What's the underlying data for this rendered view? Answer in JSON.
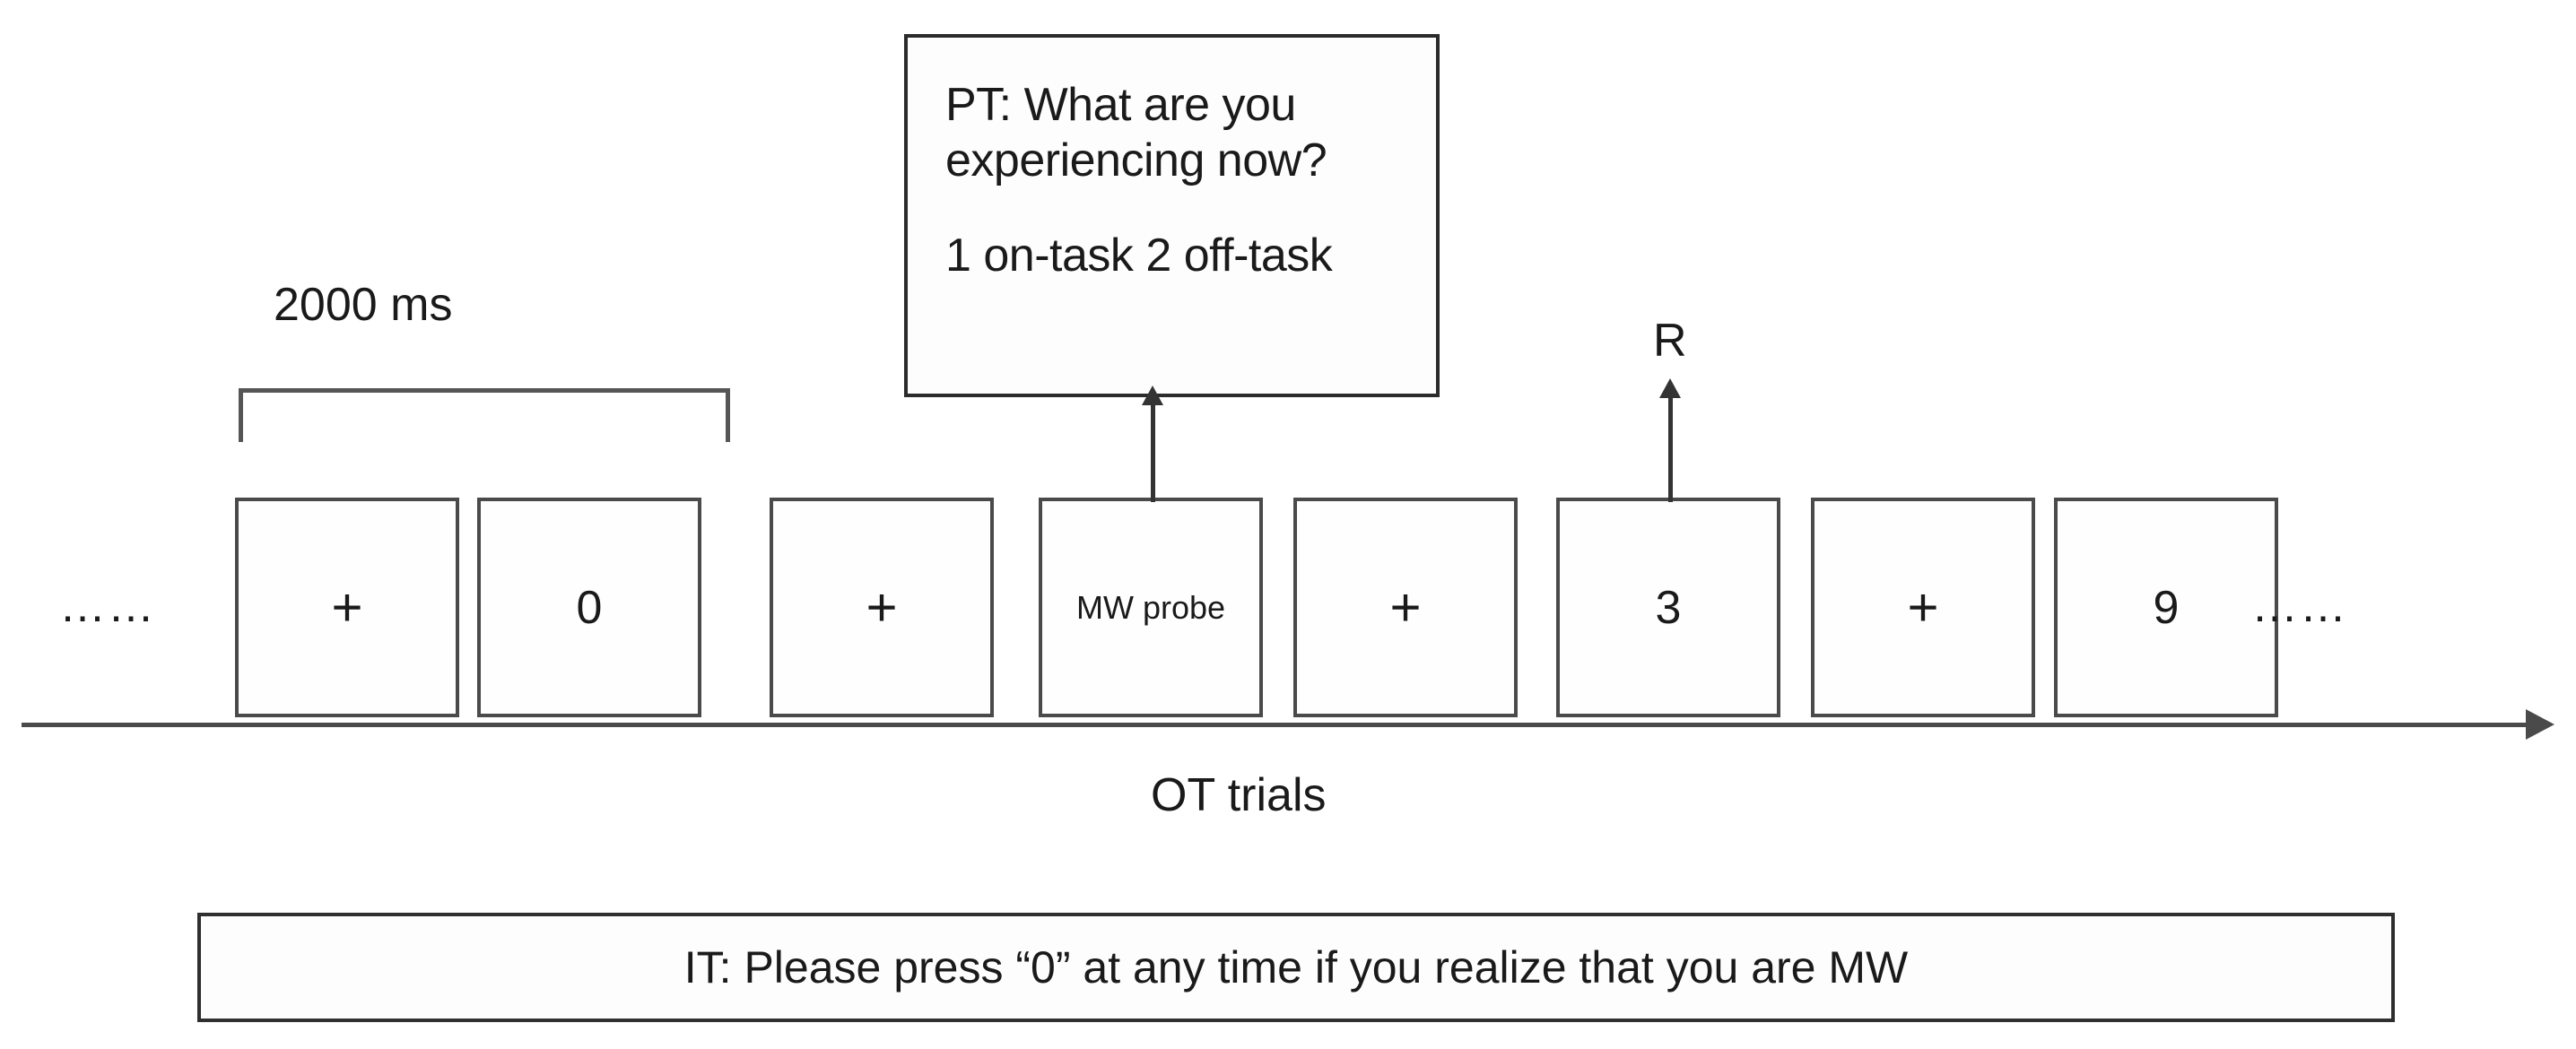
{
  "figure": {
    "type": "experimental-paradigm-diagram",
    "background_color": "#ffffff",
    "line_color": "#4a4a4a",
    "text_color": "#1a1a1a"
  },
  "probe_box": {
    "line1": "PT: What are you",
    "line2": "experiencing now?",
    "line3": "1 on-task  2 off-task"
  },
  "duration": {
    "label": "2000 ms"
  },
  "timeline": {
    "caption": "OT trials",
    "ellipsis_left": "……",
    "ellipsis_right": "……"
  },
  "response": {
    "label": "R"
  },
  "trials": [
    {
      "text": "+",
      "kind": "fixation"
    },
    {
      "text": "0",
      "kind": "digit"
    },
    {
      "text": "+",
      "kind": "fixation"
    },
    {
      "text": "MW probe",
      "kind": "probe"
    },
    {
      "text": "+",
      "kind": "fixation"
    },
    {
      "text": "3",
      "kind": "digit"
    },
    {
      "text": "+",
      "kind": "fixation"
    },
    {
      "text": "9",
      "kind": "digit"
    }
  ],
  "instruction_box": {
    "text": "IT: Please press “0” at any time if you realize that you are MW"
  }
}
